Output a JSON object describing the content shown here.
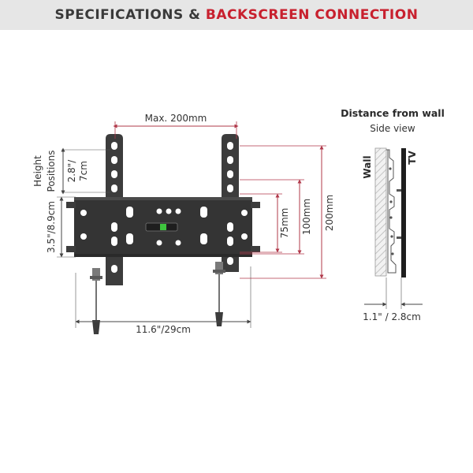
{
  "header": {
    "title_part1": "SPECIFICATIONS & ",
    "title_part2": "BACKSCREEN CONNECTION"
  },
  "front_view": {
    "max_width_label": "Max. 200mm",
    "height_label": "Height",
    "positions_label": "Positions",
    "height_positions_value": "2.8\"/",
    "height_positions_value_metric": "7cm",
    "plate_height_label": "3.5\"/8.9cm",
    "width_label": "11.6\"/29cm",
    "vesa_75_label": "75mm",
    "vesa_100_label": "100mm",
    "vesa_200_label": "200mm"
  },
  "side_view": {
    "title": "Distance from wall",
    "subtitle": "Side view",
    "wall_label": "Wall",
    "tv_label": "TV",
    "distance_label": "1.1\" / 2.8cm"
  },
  "colors": {
    "accent_red": "#c8202e",
    "dim_line_red": "#b0384a",
    "bracket_dark": "#3c3c3c",
    "header_bg": "#e6e6e6",
    "text_dark": "#333333"
  }
}
